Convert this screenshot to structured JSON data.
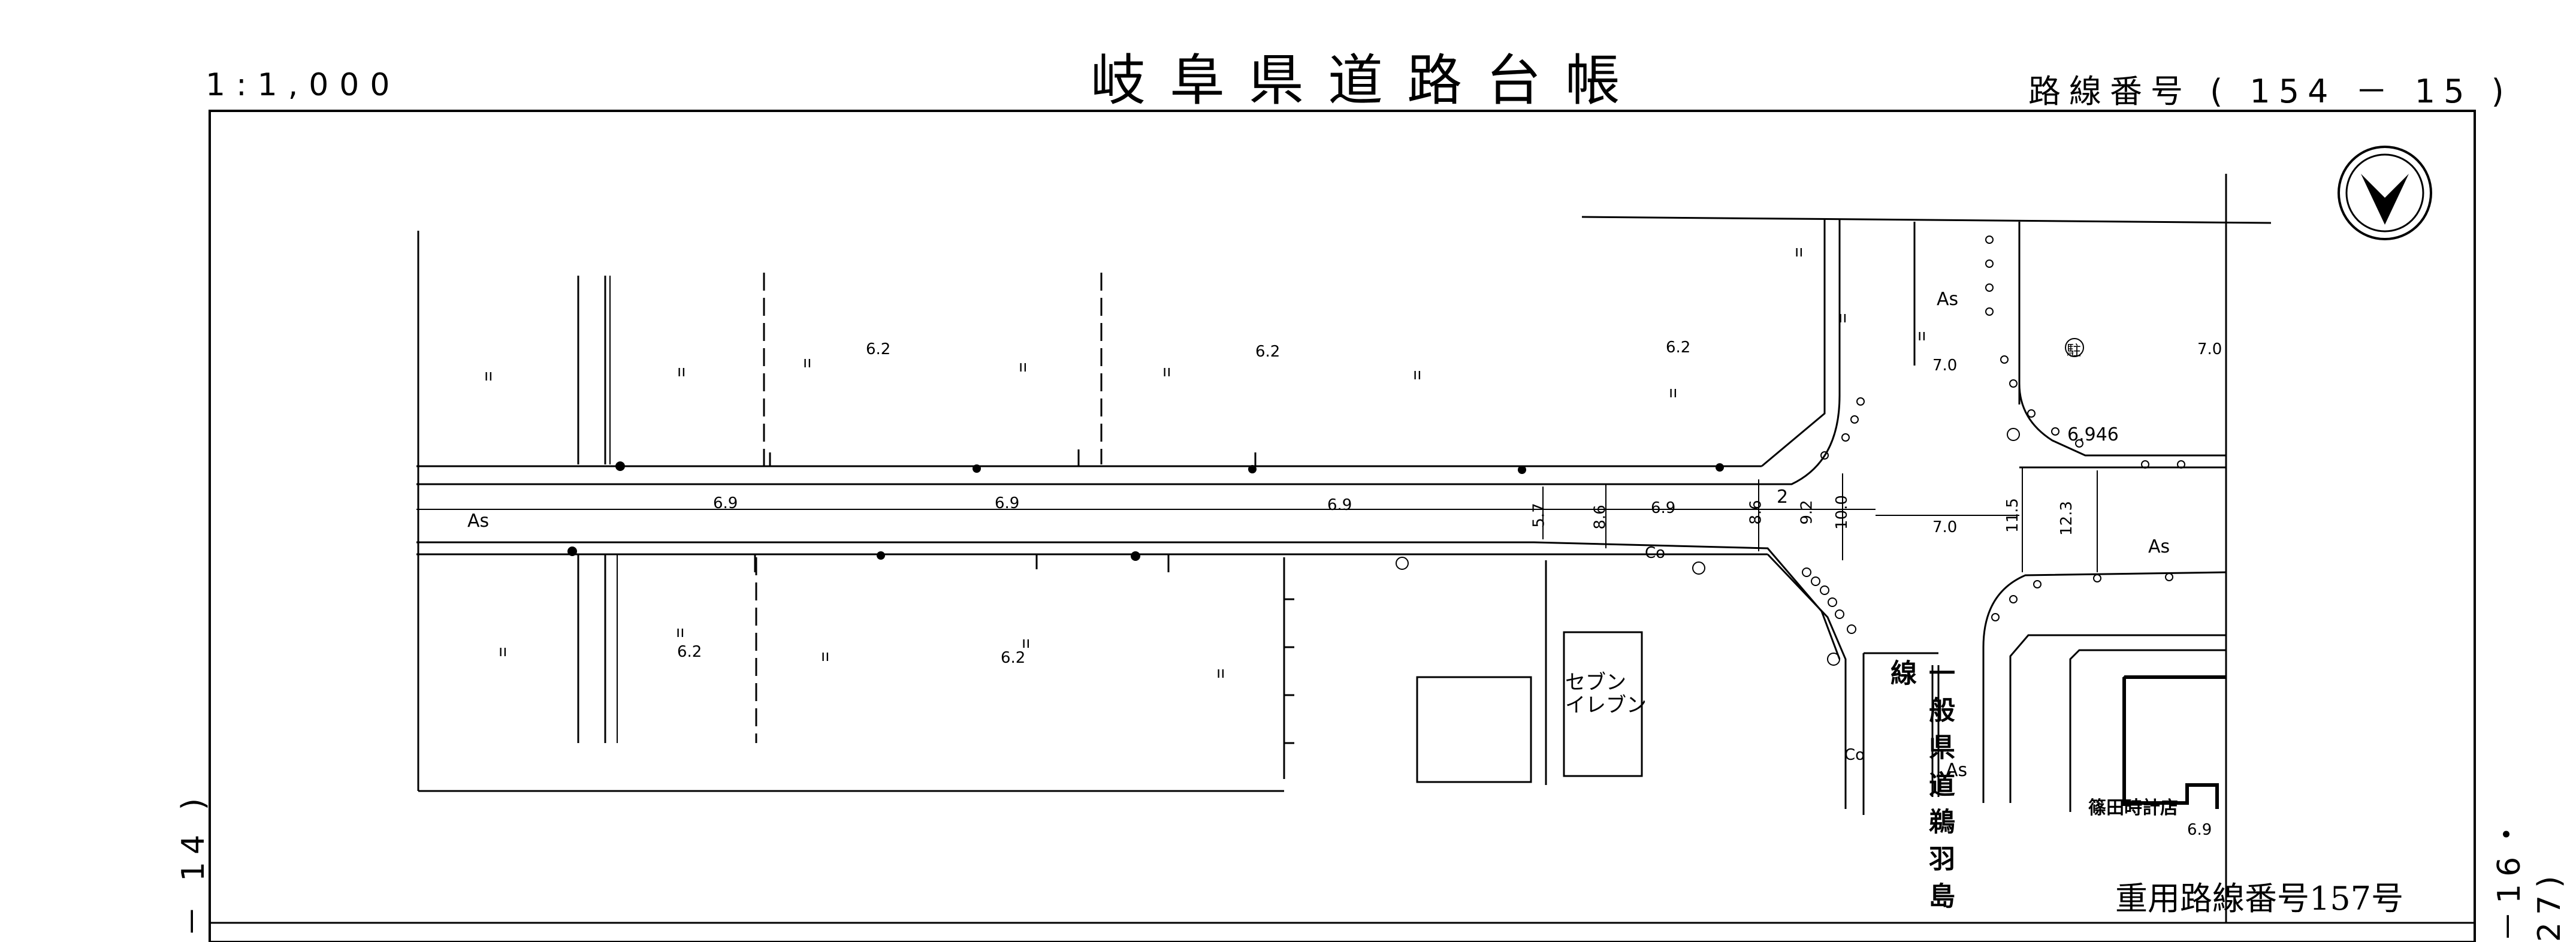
{
  "header": {
    "scale": "1:1,000",
    "title": "岐阜県道路台帳",
    "route_number": "路線番号 ( 154 － 15 )"
  },
  "margins": {
    "left_sheet_ref": "－ 14 )",
    "right_sheet_ref": "－16・27)"
  },
  "map": {
    "pavement_labels": [
      "As",
      "As",
      "As",
      "As"
    ],
    "elevation_points": [
      "6.2",
      "6.2",
      "6.2",
      "7.0",
      "6.2",
      "6.2",
      "6.9",
      "6.9",
      "6.9",
      "6.9",
      "7.0",
      "7.0",
      "6.946",
      "6.9"
    ],
    "road_widths": [
      "5.7",
      "8.6",
      "8.6",
      "2",
      "9.2",
      "10.0",
      "11.5",
      "12.3"
    ],
    "concrete_labels": [
      "Co",
      "Co"
    ],
    "store_seven_eleven": "セブン\nイレブン",
    "store_shinoda": "篠田時計店",
    "prefectural_road_name": "一般県道鵜羽島線",
    "heavy_route": "重用路線番号157号",
    "grass_marks": [
      "ıı",
      "ıı",
      "ıı",
      "ıı",
      "ıı",
      "ıı",
      "ıı",
      "ıı",
      "ıı",
      "ıı",
      "ıı",
      "ıı",
      "ıı",
      "ıı",
      "ıı"
    ],
    "parking_symbol": "駐",
    "north_arrow": "north-arrow-icon",
    "line_color": "#000000"
  }
}
